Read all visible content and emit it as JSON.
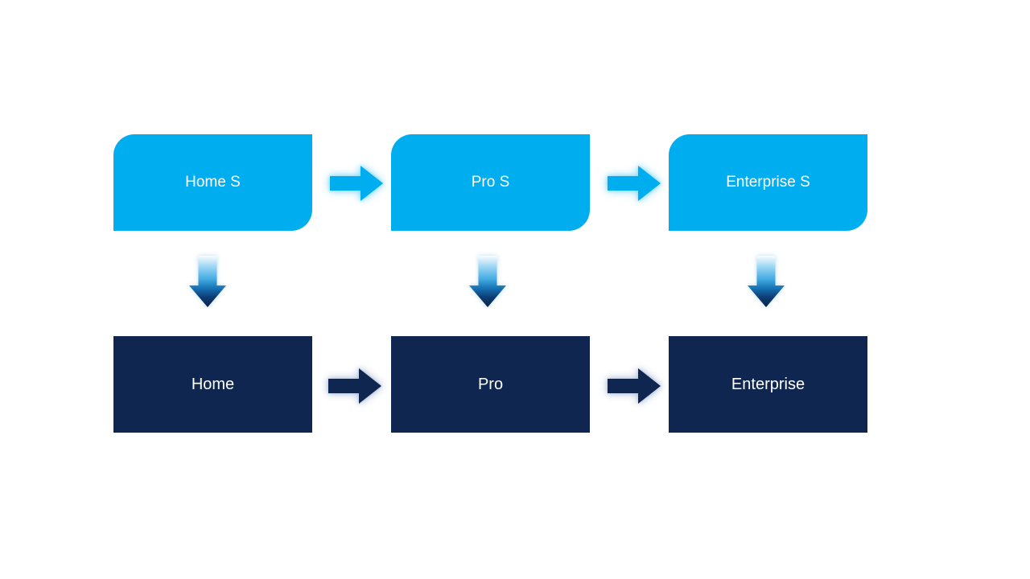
{
  "page": {
    "background_color": "#FFFFFF"
  },
  "palette": {
    "page-bg": "#FFFFFF",
    "top-box-fill": "#00AEEF",
    "bottom-box-fill": "#0F2750",
    "label-text": "#FFFFFF",
    "top-arrow-fill": "#00AEEF",
    "top-arrow-glow": "#8ADBFA",
    "bottom-arrow-fill": "#0F2750",
    "bottom-arrow-glow": "#B4C3DB",
    "down-arrow-glow": "#BBDDF2"
  },
  "down_arrow_gradient": [
    "#FAFDFF",
    "#9AD5F3",
    "#45ACE2",
    "#1877B8",
    "#0D3E77",
    "#0A2248"
  ],
  "diagram": {
    "columns": [
      {
        "top_label": "Home S",
        "bottom_label": "Home"
      },
      {
        "top_label": "Pro S",
        "bottom_label": "Pro"
      },
      {
        "top_label": "Enterprise S",
        "bottom_label": "Enterprise"
      }
    ]
  }
}
